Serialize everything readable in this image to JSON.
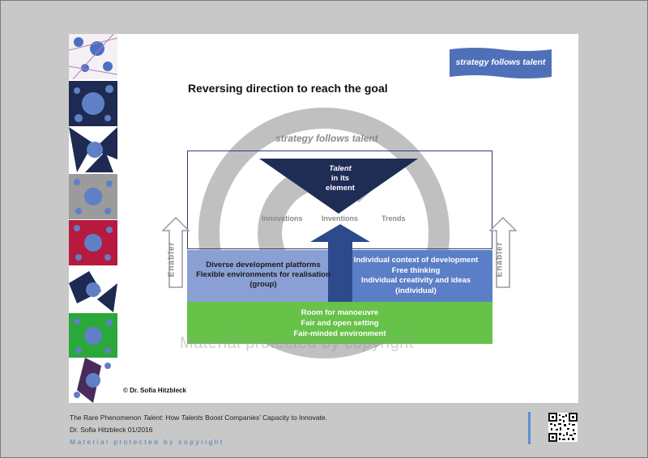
{
  "slide": {
    "title": "Reversing direction to reach the goal",
    "banner": "strategy follows talent",
    "subtitle": "strategy follows talent",
    "triangle": {
      "line1": "Talent",
      "line2": "in its",
      "line3": "element"
    },
    "middle_labels": [
      "Innovations",
      "Inventions",
      "Trends"
    ],
    "blue_left": [
      "Diverse development platforms",
      "Flexible environments for realisation",
      "(group)"
    ],
    "blue_right": [
      "Individual context of development",
      "Free thinking",
      "Individual creativity and ideas",
      "(individual)"
    ],
    "green": [
      "Room for manoeuvre",
      "Fair and open setting",
      "Fair-minded environment"
    ],
    "enabler_left": "Enabler",
    "enabler_right": "Enabler",
    "author": "© Dr. Sofia Hitzbleck",
    "watermark": "Material protected by copyright"
  },
  "footer": {
    "book_prefix": "The Rare Phenomenon ",
    "book_talent": "Talent",
    "book_mid": ": How ",
    "book_talents": "Talents",
    "book_suffix": " Boost Companies’ Capacity to Innovate.",
    "author_line": "Dr. Sofia Hitzbleck 01/2016",
    "copyright": "Material protected by copyright"
  },
  "colors": {
    "navy": "#1f2d55",
    "blue_light": "#8aa0d4",
    "blue_mid": "#5b7fc7",
    "green": "#67c24a",
    "grey_text": "#8a8a8a"
  }
}
